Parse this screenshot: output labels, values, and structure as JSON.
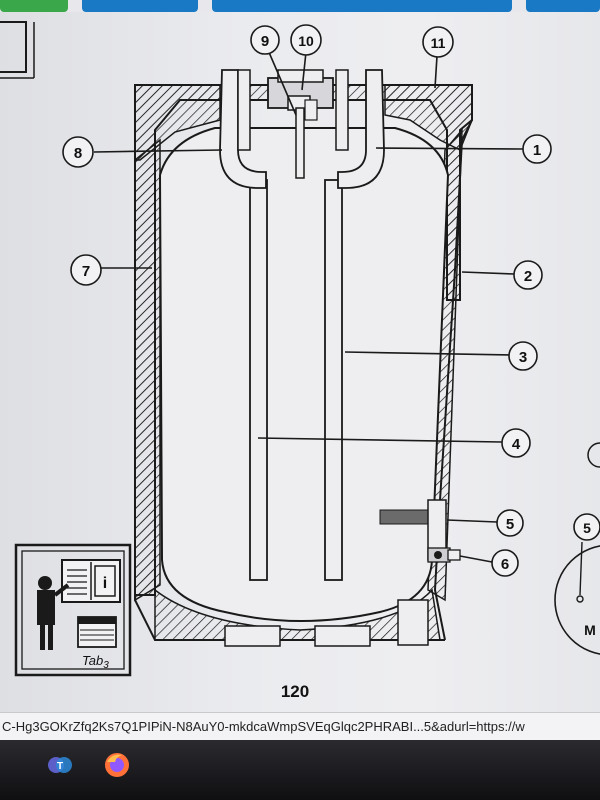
{
  "diagram": {
    "callouts": [
      "1",
      "2",
      "3",
      "4",
      "5",
      "6",
      "7",
      "8",
      "9",
      "10",
      "11"
    ],
    "side_callout": "5",
    "side_label": "M",
    "manual_tab": "Tab",
    "manual_tab_sub": "3",
    "info_glyph": "i",
    "page_number": "120"
  },
  "browser": {
    "url_fragment": "C-Hg3GOKrZfq2Ks7Q1PIPiN-N8AuY0-mkdcaWmpSVEqGlqc2PHRABI...5&adurl=https://w"
  },
  "colors": {
    "tab_green": "#3aa84a",
    "tab_blue": "#1a79c4",
    "line": "#1a1a1a"
  },
  "icons": [
    "teams-icon",
    "firefox-icon"
  ]
}
